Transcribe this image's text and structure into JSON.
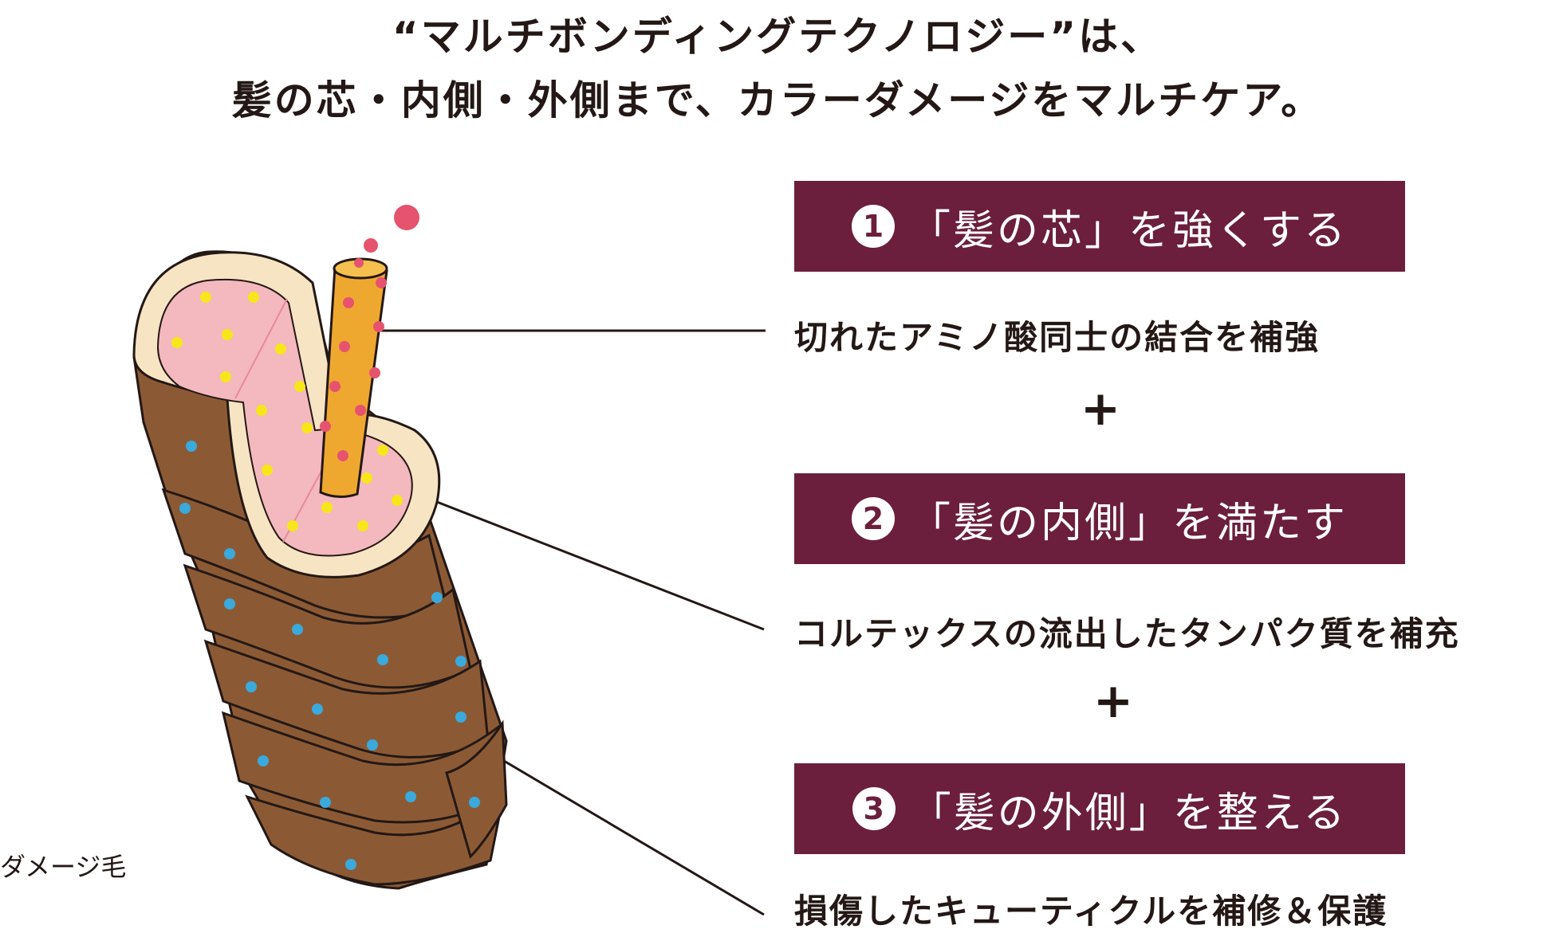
{
  "heading": {
    "line1": "“マルチボンディングテクノロジー”は、",
    "line2": "髪の芯・内側・外側まで、カラーダメージをマルチケア。"
  },
  "steps": [
    {
      "number": "1",
      "title": "「髪の芯」を強くする",
      "description": "切れたアミノ酸同士の結合を補強"
    },
    {
      "number": "2",
      "title": "「髪の内側」を満たす",
      "description": "コルテックスの流出したタンパク質を補充"
    },
    {
      "number": "3",
      "title": "「髪の外側」を整える",
      "description": "損傷したキューティクルを補修＆保護"
    }
  ],
  "plus_sign": "+",
  "hair_caption": "ダメージ毛",
  "colors": {
    "banner": "#6b1f3c",
    "cuticle": "#8b5a35",
    "cortex": "#f4b8bf",
    "core": "#efa82f",
    "dot_yellow": "#f7e619",
    "dot_pink": "#e6536f",
    "dot_blue": "#3aa9dc"
  }
}
